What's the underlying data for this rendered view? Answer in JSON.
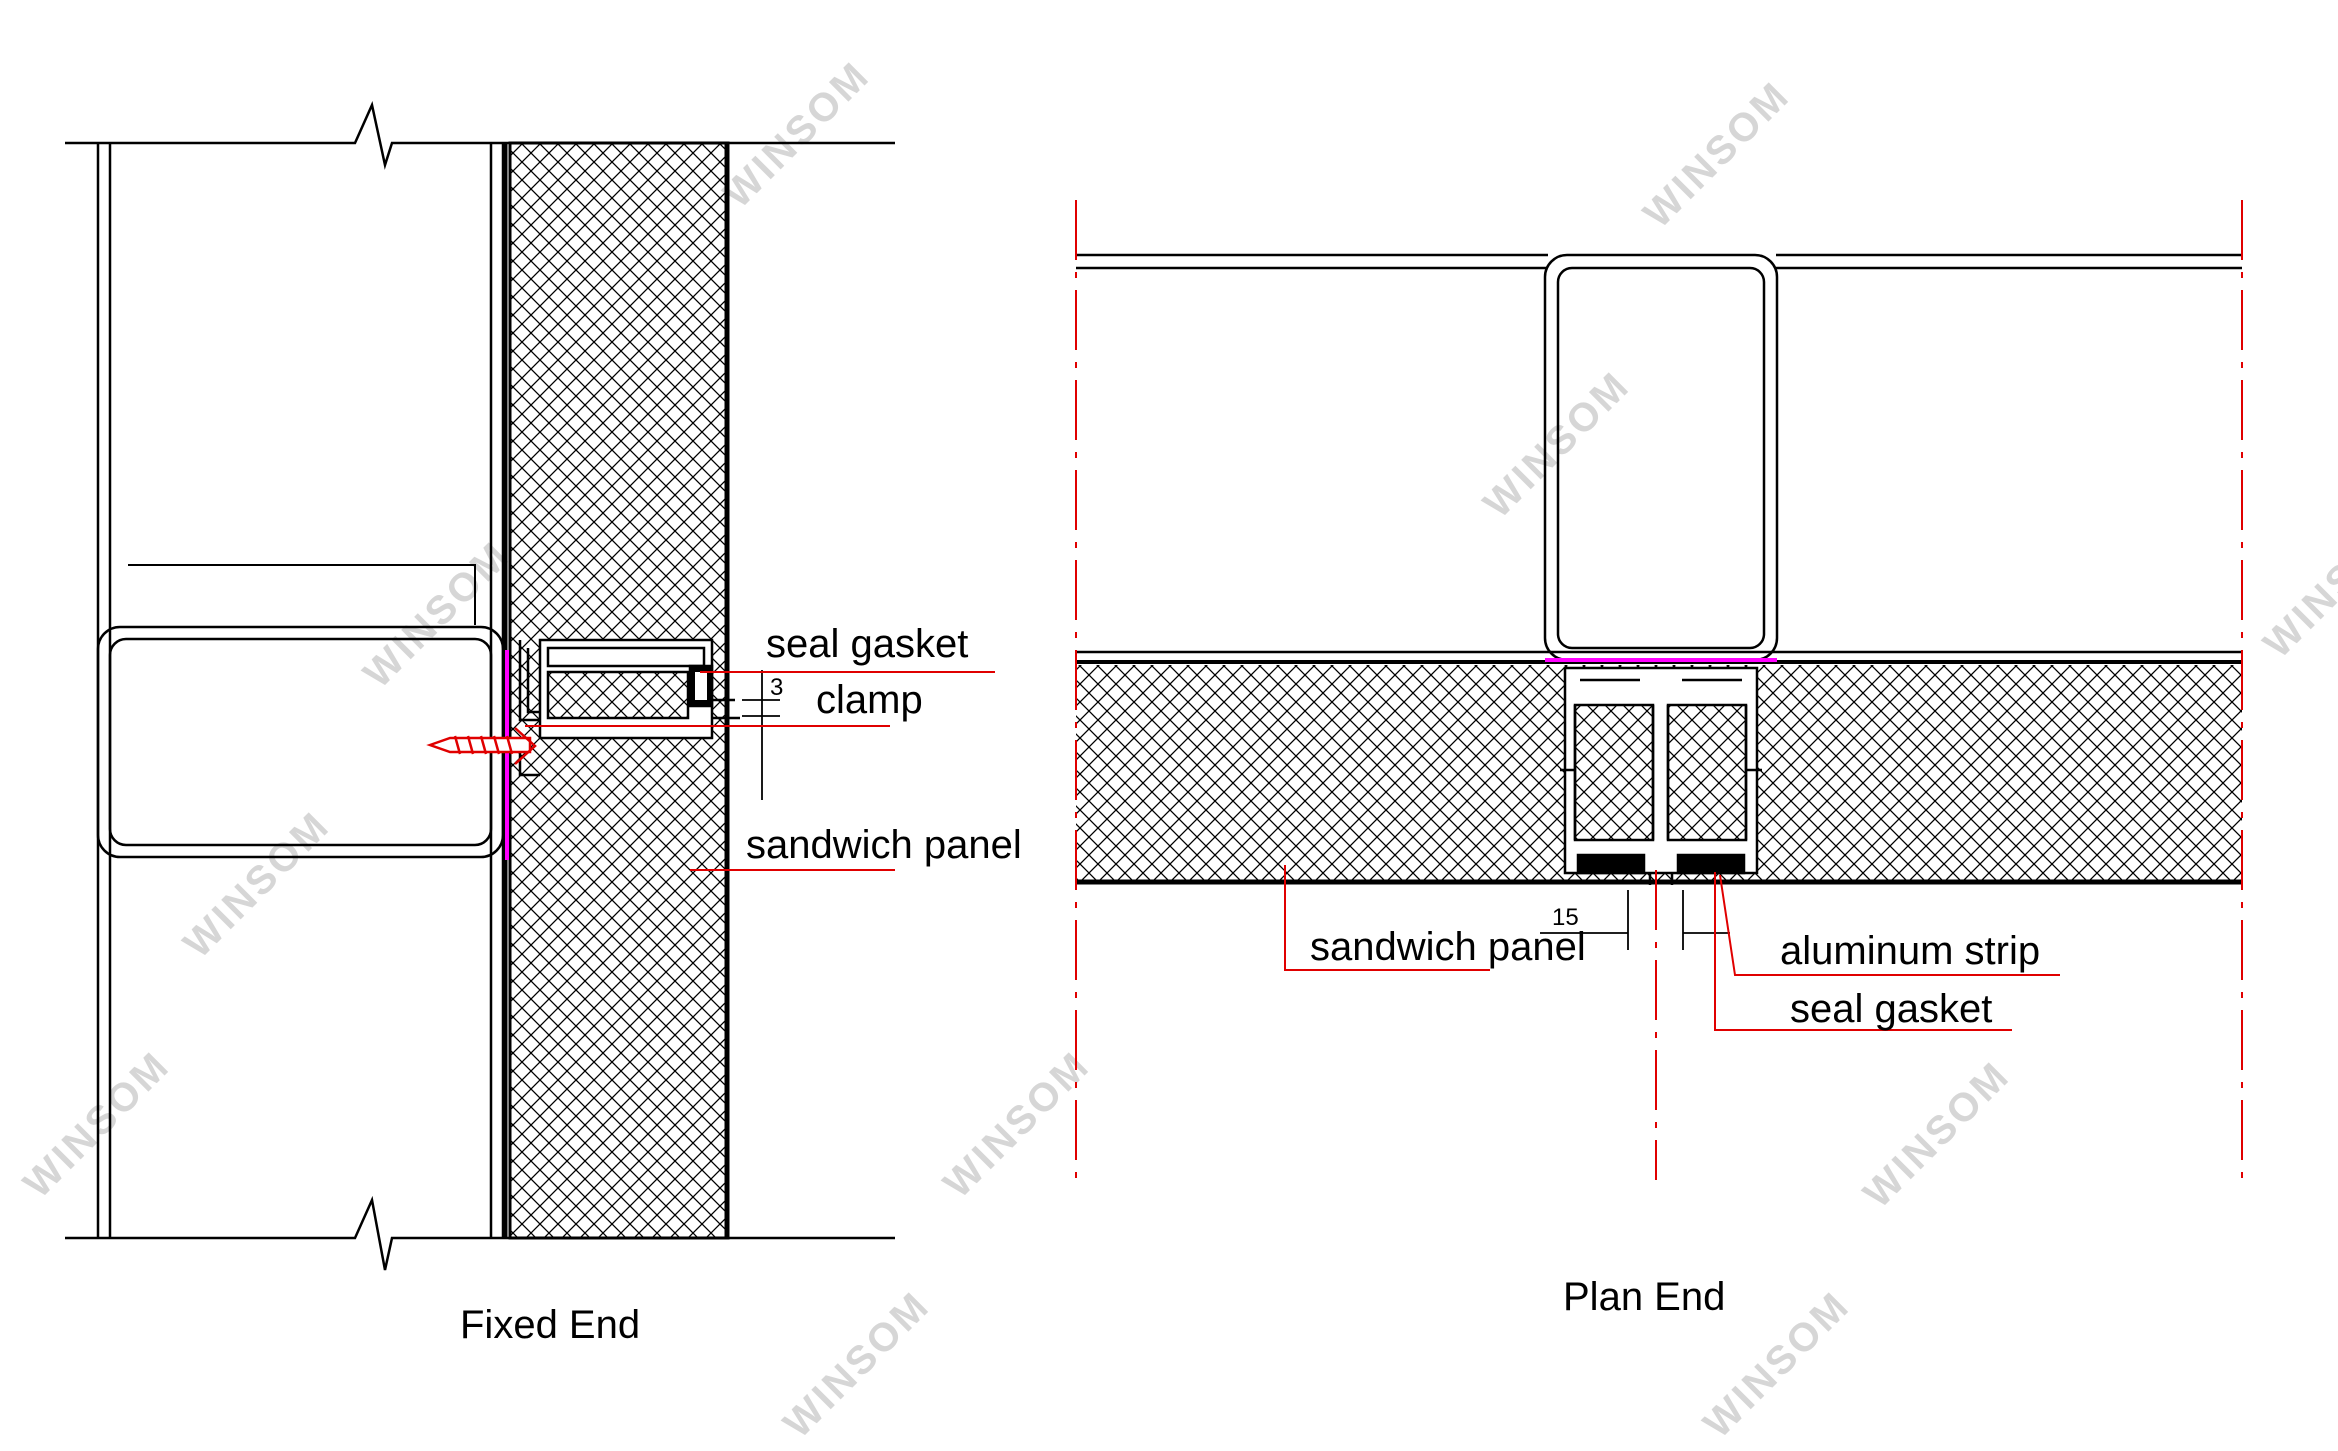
{
  "watermark": "WINSOM",
  "fixed_end": {
    "title": "Fixed End",
    "labels": {
      "seal_gasket": "seal gasket",
      "clamp": "clamp",
      "sandwich_panel": "sandwich panel"
    },
    "dimension": "3"
  },
  "plan_end": {
    "title": "Plan End",
    "labels": {
      "sandwich_panel": "sandwich panel",
      "aluminum_strip": "aluminum strip",
      "seal_gasket": "seal gasket"
    },
    "dimension": "15"
  },
  "colors": {
    "line": "#000000",
    "leader": "#e00000",
    "gasket": "#ff00ff",
    "watermark": "#d6d6d6"
  }
}
